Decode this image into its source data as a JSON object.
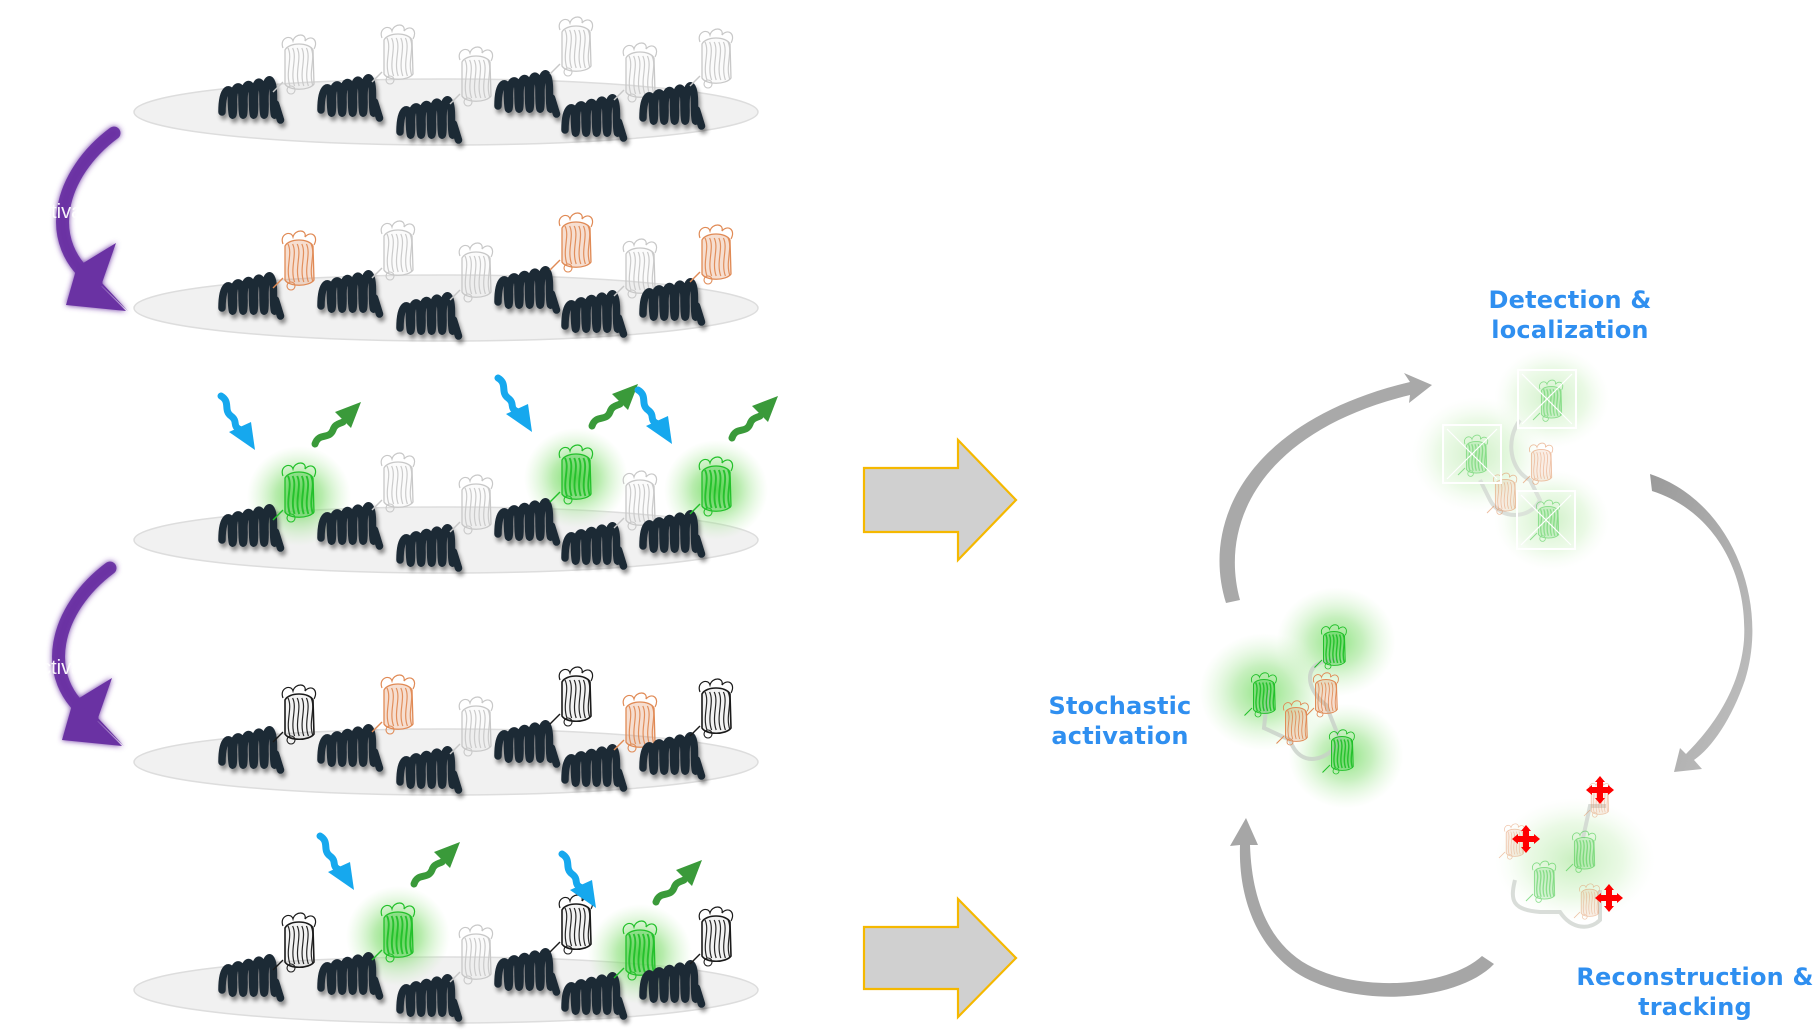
{
  "figure": {
    "type": "schematic",
    "subject": "single-molecule localization microscopy with photoactivatable fluorescent proteins on membrane receptors",
    "colors": {
      "label_text": "#2f8ff0",
      "membrane": "#f1f1f1",
      "membrane_edge": "#dddddd",
      "receptor_coil": "#1f2a36",
      "protein_inactive": "#c8c8c8",
      "protein_primed": "#e08a55",
      "protein_active": "#22c02a",
      "protein_bleached": "#1a1a1a",
      "excitation_arrow": "#16a8ee",
      "emission_arrow": "#3a9a3a",
      "transition_arrow": "#6a33a3",
      "process_arrow_fill": "#d0d0d0",
      "process_arrow_stroke": "#f5b800",
      "cycle_arrow": "#a8a8a8",
      "localization_marker": "#ff0000"
    }
  },
  "left_panel": {
    "rows": [
      {
        "name": "row-1-initial",
        "proteins": [
          "inactive",
          "inactive",
          "inactive",
          "inactive",
          "inactive",
          "inactive"
        ],
        "illuminated": []
      },
      {
        "name": "row-2-primed",
        "proteins": [
          "primed",
          "inactive",
          "inactive",
          "primed",
          "inactive",
          "primed"
        ],
        "illuminated": []
      },
      {
        "name": "row-3-activated",
        "proteins": [
          "active",
          "inactive",
          "inactive",
          "active",
          "inactive",
          "active"
        ],
        "illuminated": [
          0,
          3,
          5
        ]
      },
      {
        "name": "row-4-after-bleach",
        "proteins": [
          "bleached",
          "primed",
          "inactive",
          "bleached",
          "primed",
          "bleached"
        ],
        "illuminated": []
      },
      {
        "name": "row-5-second-activation",
        "proteins": [
          "bleached",
          "active",
          "inactive",
          "bleached",
          "active",
          "bleached"
        ],
        "illuminated": [
          1,
          4
        ]
      }
    ],
    "transition_arrows": [
      {
        "name": "transition-arrow-1",
        "label": "activation"
      },
      {
        "name": "transition-arrow-2",
        "label": "activation"
      }
    ]
  },
  "process_arrows": [
    {
      "name": "process-arrow-1"
    },
    {
      "name": "process-arrow-2"
    }
  ],
  "cycle": {
    "steps": [
      {
        "name": "stochastic-activation",
        "label_lines": [
          "Stochastic",
          "activation"
        ]
      },
      {
        "name": "detection-localization",
        "label_lines": [
          "Detection &",
          "localization"
        ]
      },
      {
        "name": "reconstruction-tracking",
        "label_lines": [
          "Reconstruction &",
          "tracking"
        ]
      }
    ]
  }
}
